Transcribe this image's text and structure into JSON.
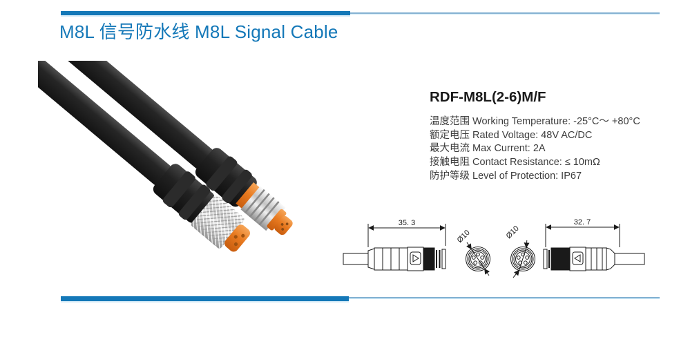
{
  "page": {
    "title": "M8L 信号防水线 M8L Signal Cable"
  },
  "product": {
    "name": "RDF-M8L(2-6)M/F",
    "specs": [
      "温度范围 Working Temperature: -25°C～ +80°C",
      "额定电压 Rated Voltage: 48V AC/DC",
      "最大电流 Max Current: 2A",
      "接触电阻 Contact Resistance: ≤ 10mΩ",
      "防护等级 Level of Protection: IP67"
    ]
  },
  "drawings": {
    "female_connector_length_mm": "35. 3",
    "female_connector_diameter": "Ø10",
    "male_connector_diameter": "Ø10",
    "male_connector_length_mm": "32. 7"
  },
  "colors": {
    "accent": "#1478b8",
    "accent-light": "#85b2d2",
    "connector-orange": "#e87a20",
    "drawing-line": "#1a1a1a"
  }
}
